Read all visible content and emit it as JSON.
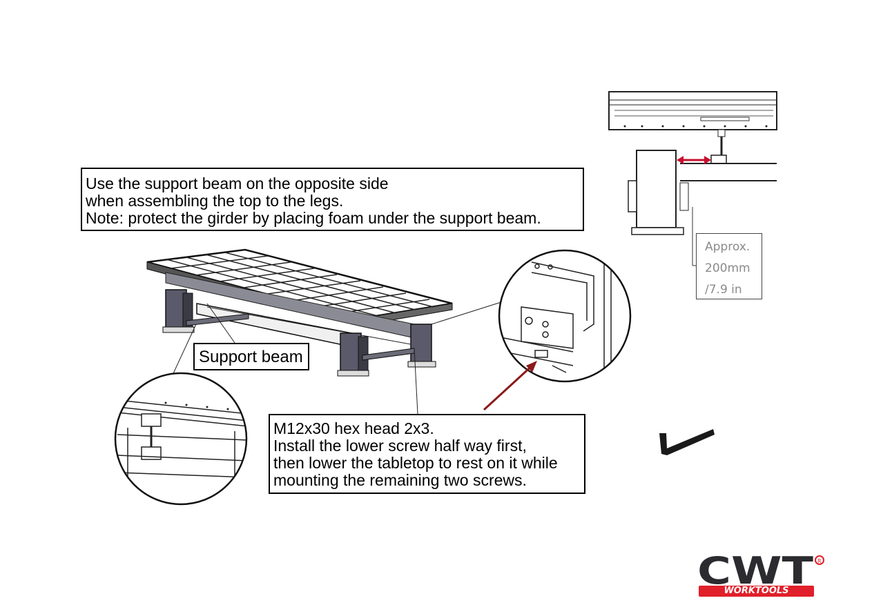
{
  "notes": {
    "top": [
      "Use the support beam on the opposite side",
      "when assembling the top to the legs.",
      "Note: protect the girder by placing foam under the support beam."
    ],
    "support_label": "Support beam",
    "bottom": [
      "M12x30 hex head 2x3.",
      "Install the lower screw half way first,",
      "then lower the tabletop to rest on it while",
      "mounting the remaining two screws."
    ]
  },
  "detail": {
    "approx": [
      "Approx.",
      "200mm",
      "/7.9 in"
    ]
  },
  "logo": {
    "mark": "CWT",
    "tagline": "WORKTOOLS",
    "brand_color": "#e0202a"
  },
  "colors": {
    "arrow_red": "#c8102e",
    "line_art": "#333333",
    "leg_fill": "#5a5a6a"
  },
  "icons": [
    "hex-key-icon",
    "registered-mark-icon"
  ]
}
